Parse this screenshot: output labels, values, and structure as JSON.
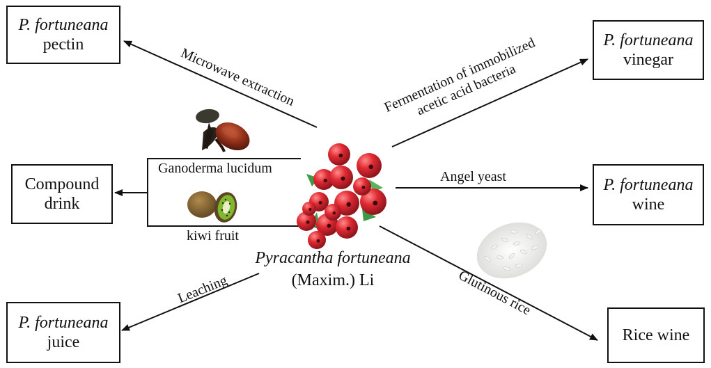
{
  "center": {
    "name_line1": "Pyracantha fortuneana",
    "name_line2": "(Maxim.) Li"
  },
  "boxes": {
    "pectin": {
      "line1": "P. fortuneana",
      "line2": "pectin"
    },
    "vinegar": {
      "line1": "P. fortuneana",
      "line2": "vinegar"
    },
    "compound": {
      "line1": "Compound",
      "line2": "drink"
    },
    "wine": {
      "line1": "P. fortuneana",
      "line2": "wine"
    },
    "juice": {
      "line1": "P. fortuneana",
      "line2": "juice"
    },
    "rice_wine": {
      "line1": "Rice wine"
    }
  },
  "edges": {
    "microwave": "Microwave extraction",
    "fermentation_line1": "Fermentation of immobilized",
    "fermentation_line2": "acetic acid bacteria",
    "angel": "Angel yeast",
    "leaching": "Leaching",
    "glutinous": "Glutinous rice"
  },
  "ingredients": {
    "ganoderma": "Ganoderma lucidum",
    "kiwi": "kiwi fruit"
  },
  "colors": {
    "line": "#111111",
    "berry": "#d8252e",
    "berry_dark": "#9c1a22",
    "leaf": "#3e9a45"
  }
}
